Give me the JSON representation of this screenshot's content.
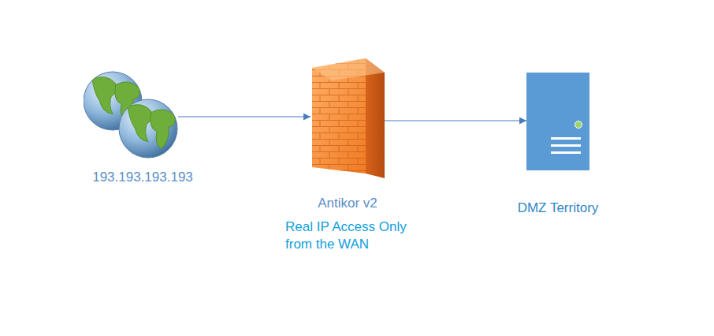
{
  "diagram": {
    "nodes": [
      {
        "text": [
          "193.193.193.193"
        ]
      },
      {
        "text": [
          "Antikor v2",
          "Real IP Access Only from the WAN"
        ]
      },
      {
        "text": [
          "DMZ Territory"
        ]
      }
    ],
    "edges": [
      {
        "from": 0,
        "to": 1,
        "arrow": "to"
      },
      {
        "from": 1,
        "to": 2,
        "arrow": "to"
      }
    ]
  }
}
